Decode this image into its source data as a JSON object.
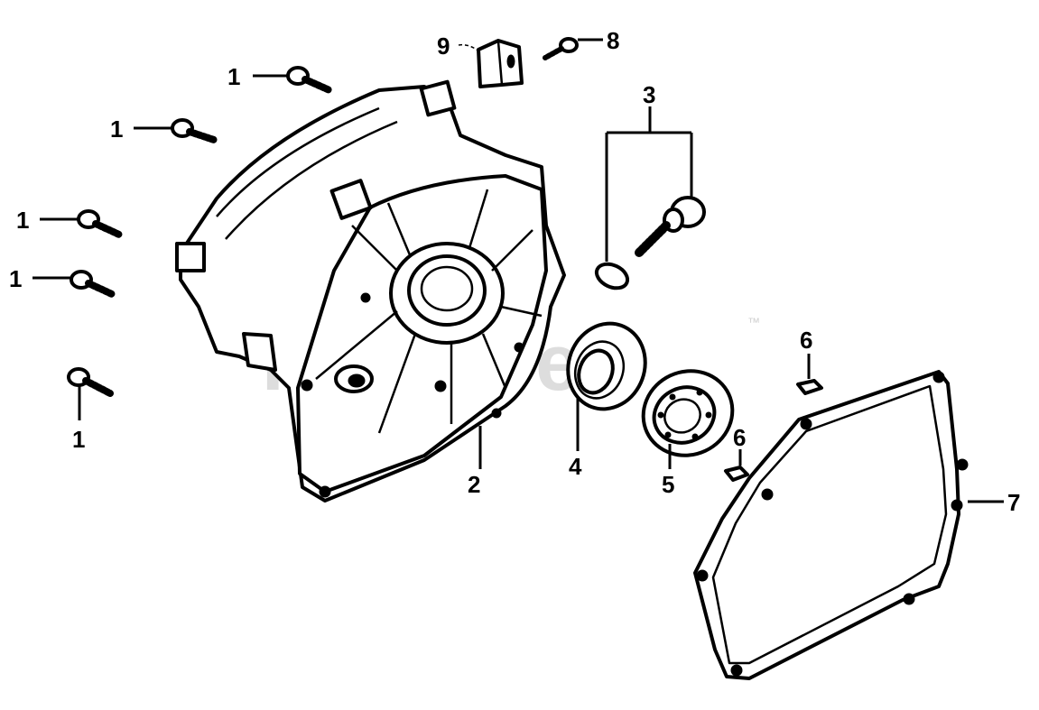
{
  "watermark": {
    "text": "PartsTree",
    "trademark": "™"
  },
  "callouts": [
    {
      "id": "c1a",
      "label": "1"
    },
    {
      "id": "c1b",
      "label": "1"
    },
    {
      "id": "c1c",
      "label": "1"
    },
    {
      "id": "c1d",
      "label": "1"
    },
    {
      "id": "c1e",
      "label": "1"
    },
    {
      "id": "c2",
      "label": "2"
    },
    {
      "id": "c3",
      "label": "3"
    },
    {
      "id": "c4",
      "label": "4"
    },
    {
      "id": "c5",
      "label": "5"
    },
    {
      "id": "c6a",
      "label": "6"
    },
    {
      "id": "c6b",
      "label": "6"
    },
    {
      "id": "c7",
      "label": "7"
    },
    {
      "id": "c8",
      "label": "8"
    },
    {
      "id": "c9",
      "label": "9"
    }
  ]
}
